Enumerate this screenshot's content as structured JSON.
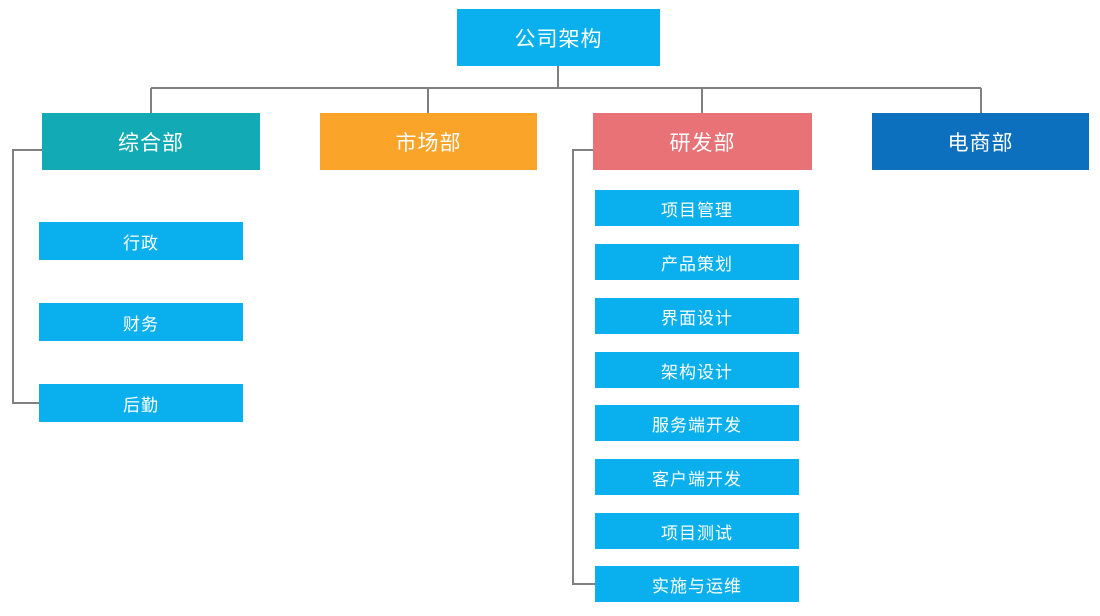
{
  "title": "公司架构",
  "colors": {
    "line": "#808080",
    "text": "#ffffff",
    "blue": "#0ab0ee",
    "teal": "#12aab5",
    "orange": "#fba42a",
    "salmon": "#e87275",
    "dark_blue": "#0c70bf"
  },
  "root": {
    "label": "公司架构",
    "color": "#0ab0ee"
  },
  "departments": [
    {
      "label": "综合部",
      "color": "#12aab5",
      "children": [
        "行政",
        "财务",
        "后勤"
      ]
    },
    {
      "label": "市场部",
      "color": "#fba42a",
      "children": []
    },
    {
      "label": "研发部",
      "color": "#e87275",
      "children": [
        "项目管理",
        "产品策划",
        "界面设计",
        "架构设计",
        "服务端开发",
        "客户端开发",
        "项目测试",
        "实施与运维"
      ]
    },
    {
      "label": "电商部",
      "color": "#0c70bf",
      "children": []
    }
  ],
  "child_color": "#0ab0ee"
}
